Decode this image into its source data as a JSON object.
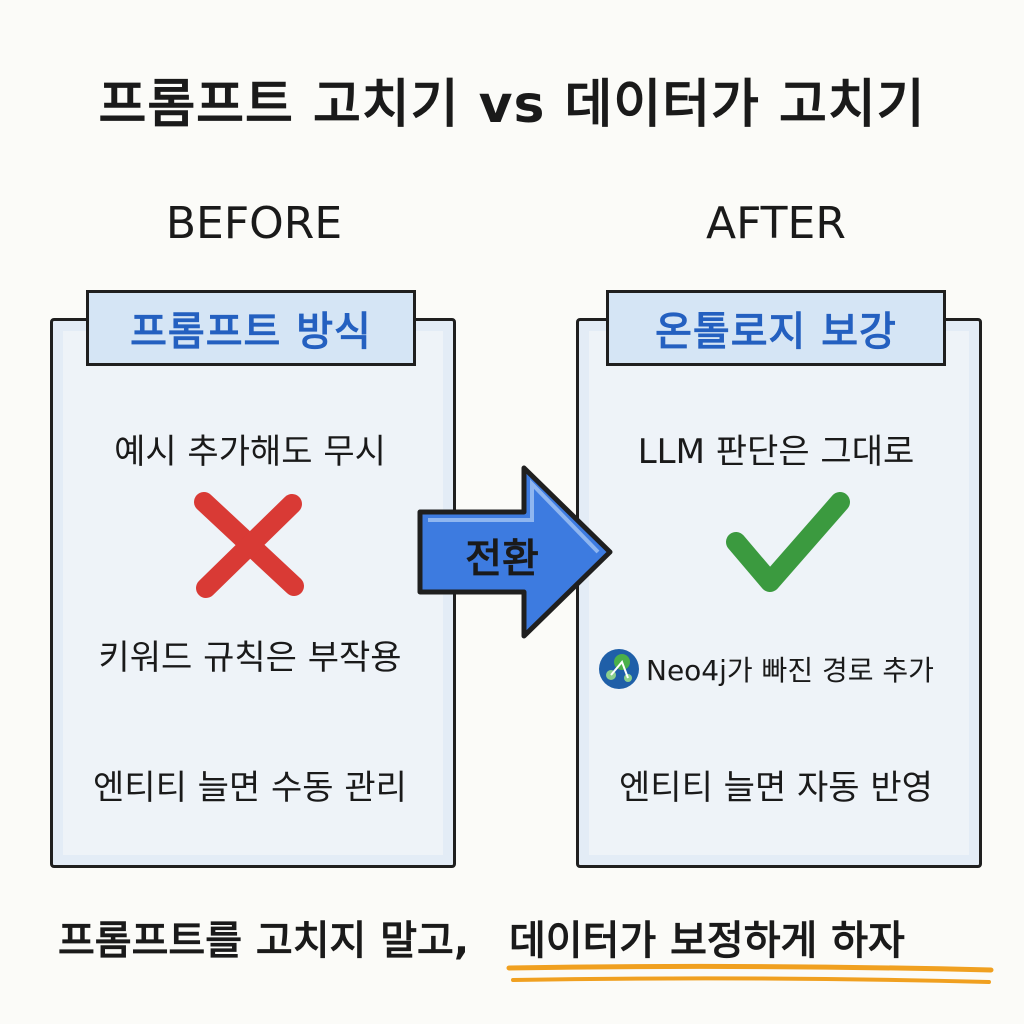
{
  "title": "프롬프트 고치기 vs 데이터가 고치기",
  "before": {
    "heading": "BEFORE",
    "tab": "프롬프트 방식",
    "items": [
      "예시 추가해도 무시",
      "키워드 규칙은 부작용",
      "엔티티 늘면 수동 관리"
    ],
    "status_icon": "red-x-icon",
    "accent": "#d93a35"
  },
  "transition": {
    "label": "전환",
    "icon": "right-arrow-icon",
    "color": "#3d7be0"
  },
  "after": {
    "heading": "AFTER",
    "tab": "온톨로지 보강",
    "items": [
      "LLM 판단은 그대로",
      "Neo4j가 빠진 경로 추가",
      "엔티티 늘면 자동 반영"
    ],
    "status_icon": "green-check-icon",
    "logo_icon": "neo4j-logo-icon",
    "accent": "#3b9a3f"
  },
  "bottom": {
    "part1": "프롬프트를 고치지 말고,",
    "part2": "데이터가 보정하게 하자",
    "underline_color": "#f0a020"
  }
}
